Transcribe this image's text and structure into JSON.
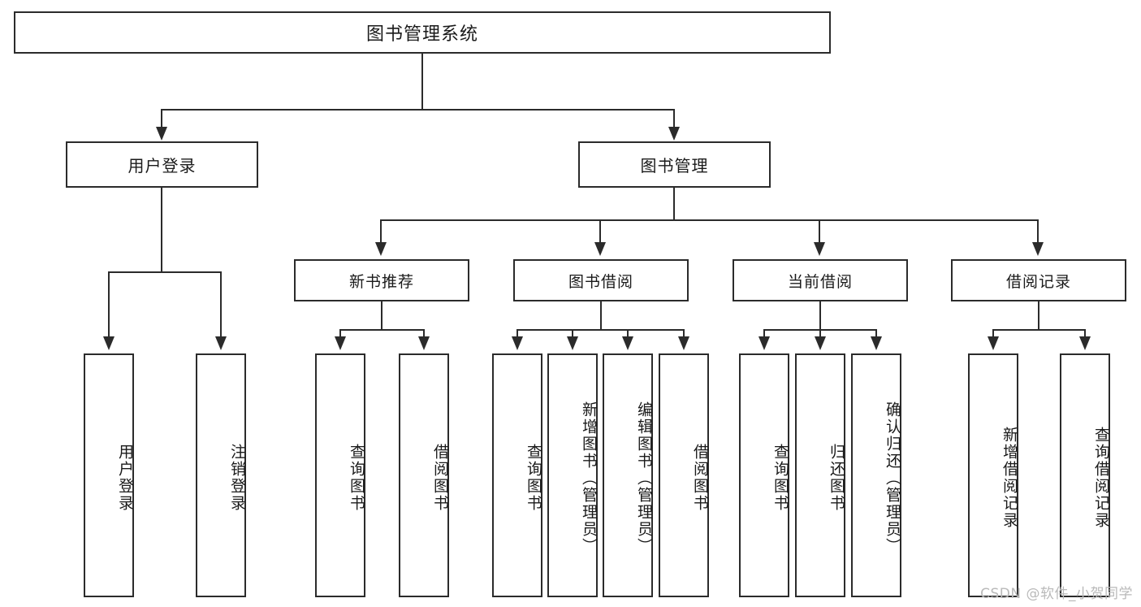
{
  "diagram": {
    "type": "tree-hierarchy",
    "root": {
      "label": "图书管理系统"
    },
    "level2": [
      {
        "label": "用户登录"
      },
      {
        "label": "图书管理"
      }
    ],
    "level3": [
      {
        "label": "新书推荐"
      },
      {
        "label": "图书借阅"
      },
      {
        "label": "当前借阅"
      },
      {
        "label": "借阅记录"
      }
    ],
    "leaves": {
      "user_login": [
        {
          "label": "用户登录"
        },
        {
          "label": "注销登录"
        }
      ],
      "new_book_recommend": [
        {
          "label": "查询图书"
        },
        {
          "label": "借阅图书"
        }
      ],
      "book_borrow": [
        {
          "label": "查询图书"
        },
        {
          "label": "新增图书（管理员）"
        },
        {
          "label": "编辑图书（管理员）"
        },
        {
          "label": "借阅图书"
        }
      ],
      "current_borrow": [
        {
          "label": "查询图书"
        },
        {
          "label": "归还图书"
        },
        {
          "label": "确认归还（管理员）"
        }
      ],
      "borrow_record": [
        {
          "label": "新增借阅记录"
        },
        {
          "label": "查询借阅记录"
        }
      ]
    }
  },
  "watermark": {
    "text": "CSDN @软件_小贺同学"
  },
  "colors": {
    "stroke": "#2b2b2b",
    "background": "#ffffff",
    "watermark": "#b9b9b9"
  }
}
